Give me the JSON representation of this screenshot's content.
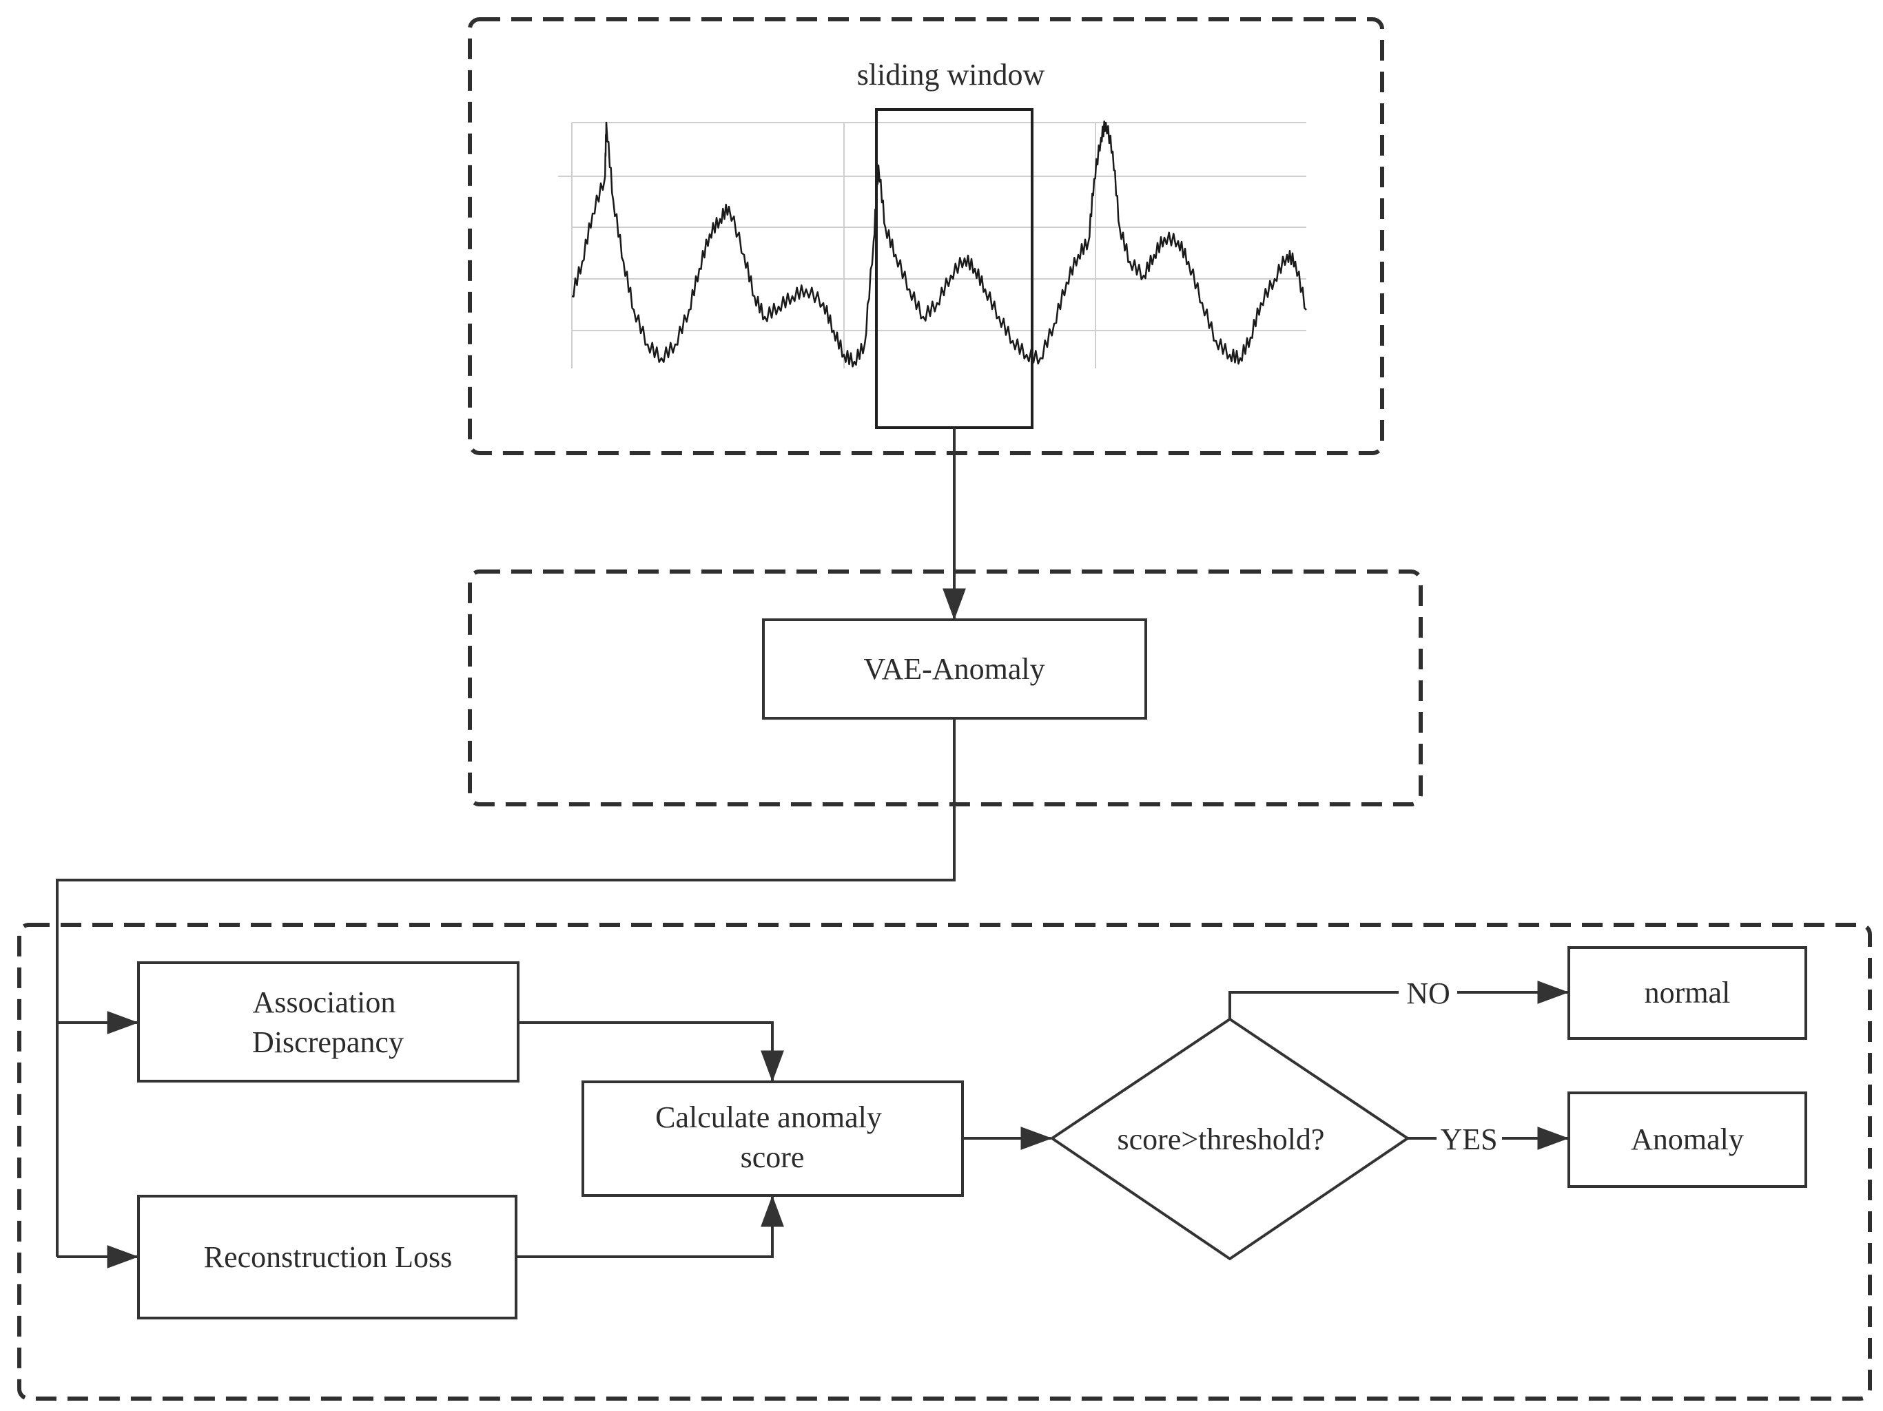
{
  "window_label": "sliding window",
  "model_label": "VAE-Anomaly",
  "association_label": [
    "Association",
    "Discrepancy"
  ],
  "reconstruction_label": "Reconstruction Loss",
  "score_label": [
    "Calculate anomaly",
    "score"
  ],
  "decision_label": "score>threshold?",
  "no_label": "NO",
  "yes_label": "YES",
  "normal_label": "normal",
  "anomaly_label": "Anomaly"
}
